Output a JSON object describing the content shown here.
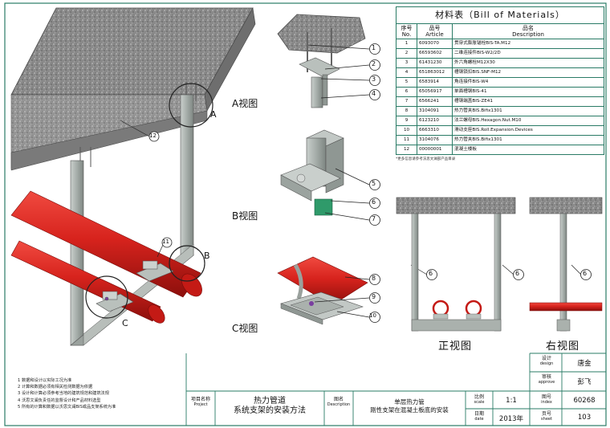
{
  "bom": {
    "title": "材料表（Bill of Materials）",
    "headers": {
      "no_cn": "序号",
      "no_en": "No.",
      "article_cn": "品号",
      "article_en": "Article",
      "desc_cn": "品名",
      "desc_en": "Description"
    },
    "rows": [
      {
        "no": "1",
        "article": "6093070",
        "desc": "贯穿式膨胀锚栓BIS-TA.M12"
      },
      {
        "no": "2",
        "article": "66593602",
        "desc": "二维连接件BIS-W2/2D"
      },
      {
        "no": "3",
        "article": "61431230",
        "desc": "外六角螺栓M12X30"
      },
      {
        "no": "4",
        "article": "651863012",
        "desc": "槽钢锁扣BIS.SNF-M12"
      },
      {
        "no": "5",
        "article": "6583914",
        "desc": "角连接件BIS-W4"
      },
      {
        "no": "6",
        "article": "65056917",
        "desc": "单面槽钢BIS-41"
      },
      {
        "no": "7",
        "article": "6566241",
        "desc": "槽钢端盖BIS-ZE41"
      },
      {
        "no": "8",
        "article": "3104091",
        "desc": "热力管夹BIS.Bifix1301"
      },
      {
        "no": "9",
        "article": "6123210",
        "desc": "法兰螺母BIS.Hexagon.Nut.M10"
      },
      {
        "no": "10",
        "article": "6663310",
        "desc": "滑动支座BIS.Roll.Expansion.Devices"
      },
      {
        "no": "11",
        "article": "3104076",
        "desc": "热力管夹BIS.Bifix1301"
      },
      {
        "no": "12",
        "article": "00000001",
        "desc": "混凝土楼板"
      }
    ],
    "note": "*更多信息请参考沃思文澜部产品目录"
  },
  "notes": [
    "1  数据和设计以实际工况为准",
    "2  计算和数据必须有相关检测数据为依据",
    "3  设计和计算必须参考当地的建筑规范和建筑法规",
    "4  沃思文澜负责任的监督设计和产品材料选型",
    "5  所有的计算和数据以沃思文澜BIS或品支架系统为准"
  ],
  "views": {
    "a": "A视图",
    "b": "B视图",
    "c": "C视图",
    "front": "正视图",
    "right": "右视图"
  },
  "callouts": {
    "detail_a": "A",
    "detail_b": "B",
    "detail_c": "C",
    "n1": "1",
    "n2": "2",
    "n3": "3",
    "n4": "4",
    "n5": "5",
    "n6": "6",
    "n7": "7",
    "n8": "8",
    "n9": "9",
    "n10": "10",
    "n11": "11",
    "n12": "12"
  },
  "title_block": {
    "design_cn": "设计",
    "design_en": "design",
    "design_value": "唐金",
    "approve_cn": "审核",
    "approve_en": "approve",
    "approve_value": "彭飞",
    "project_cn": "项目名称",
    "project_en": "Project",
    "project_line1": "热力管道",
    "project_line2": "系统支架的安装方法",
    "drawing_cn": "图名",
    "drawing_en": "Description",
    "drawing_line1": "单层热力管",
    "drawing_line2": "刚性支架在混凝土板底的安装",
    "scale_cn": "比例",
    "scale_en": "scale",
    "scale_value": "1:1",
    "date_cn": "日期",
    "date_en": "date",
    "date_value": "2013年",
    "index_cn": "图号",
    "index_en": "index",
    "index_value": "60268",
    "sheet_cn": "页号",
    "sheet_en": "sheet",
    "sheet_value": "103"
  },
  "colors": {
    "pipe": "#d7231d",
    "steel": "#a9b2ad",
    "border": "#2a7b66",
    "concrete": "#8e8e8e"
  }
}
